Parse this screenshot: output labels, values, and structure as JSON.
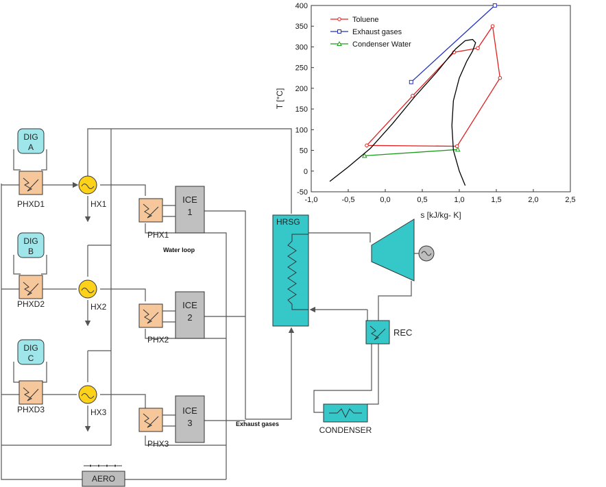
{
  "colors": {
    "digester_fill": "#9fe6ea",
    "phx_fill": "#f6c79b",
    "hx_fill": "#ffd21a",
    "ice_fill": "#c0c0c0",
    "teal_fill": "#36c7c9",
    "aero_fill": "#bdbdbd",
    "pipe": "#555555"
  },
  "digesters": [
    {
      "line1": "DIG",
      "line2": "A",
      "phx_label": "PHXD1",
      "hx_label": "HX1",
      "ice_line1": "ICE",
      "ice_line2": "1",
      "phx_ice_label": "PHX1"
    },
    {
      "line1": "DIG",
      "line2": "B",
      "phx_label": "PHXD2",
      "hx_label": "HX2",
      "ice_line1": "ICE",
      "ice_line2": "2",
      "phx_ice_label": "PHX2"
    },
    {
      "line1": "DIG",
      "line2": "C",
      "phx_label": "PHXD3",
      "hx_label": "HX3",
      "ice_line1": "ICE",
      "ice_line2": "3",
      "phx_ice_label": "PHX3"
    }
  ],
  "labels": {
    "water_loop": "Water loop",
    "exhaust_gases": "Exhaust gases",
    "hrsg": "HRSG",
    "rec": "REC",
    "condenser": "CONDENSER",
    "aero": "AERO"
  },
  "chart_data": {
    "type": "line",
    "xlabel": "s  [kJ/kg- K]",
    "ylabel": "T  [°C]",
    "xlim": [
      -1.0,
      2.5
    ],
    "ylim": [
      -50,
      400
    ],
    "xticks": [
      -1.0,
      -0.5,
      0.0,
      0.5,
      1.0,
      1.5,
      2.0,
      2.5
    ],
    "xtick_labels": [
      "-1,0",
      "-0,5",
      "0,0",
      "0,5",
      "1,0",
      "1,5",
      "2,0",
      "2,5"
    ],
    "yticks": [
      -50,
      0,
      50,
      100,
      150,
      200,
      250,
      300,
      350,
      400
    ],
    "ytick_labels": [
      "-50",
      "0",
      "50",
      "100",
      "150",
      "200",
      "250",
      "300",
      "350",
      "400"
    ],
    "grid": false,
    "legend_position": "top-left",
    "series": [
      {
        "name": "Toluene",
        "color": "#e02020",
        "x": [
          -0.25,
          0.37,
          0.93,
          1.25,
          1.45,
          1.55,
          0.97,
          -0.25
        ],
        "y": [
          62,
          182,
          287,
          297,
          350,
          225,
          60,
          62
        ],
        "markers": [
          {
            "x": -0.25,
            "y": 62
          },
          {
            "x": 0.37,
            "y": 182
          },
          {
            "x": 0.93,
            "y": 287
          },
          {
            "x": 1.25,
            "y": 297
          },
          {
            "x": 1.45,
            "y": 350
          },
          {
            "x": 1.55,
            "y": 225
          },
          {
            "x": 0.97,
            "y": 60
          }
        ]
      },
      {
        "name": "Exhaust gases",
        "color": "#2030c0",
        "x": [
          0.35,
          1.48
        ],
        "y": [
          215,
          400
        ],
        "markers": [
          {
            "x": 0.35,
            "y": 215
          },
          {
            "x": 1.48,
            "y": 400
          }
        ]
      },
      {
        "name": "Condenser Water",
        "color": "#1a9a1a",
        "x": [
          -0.28,
          0.98
        ],
        "y": [
          37,
          52
        ],
        "markers": [
          {
            "x": -0.28,
            "y": 37
          },
          {
            "x": 0.98,
            "y": 52
          }
        ]
      },
      {
        "name": "",
        "color": "#000000",
        "x": [
          -0.75,
          -0.5,
          -0.2,
          0.1,
          0.4,
          0.7,
          0.95,
          1.08,
          1.18,
          1.22,
          1.18,
          1.1,
          1.0,
          0.92,
          0.9,
          0.92,
          1.0,
          1.08
        ],
        "y": [
          -25,
          10,
          55,
          115,
          180,
          240,
          295,
          315,
          318,
          310,
          290,
          265,
          225,
          170,
          110,
          50,
          0,
          -35
        ]
      }
    ]
  }
}
